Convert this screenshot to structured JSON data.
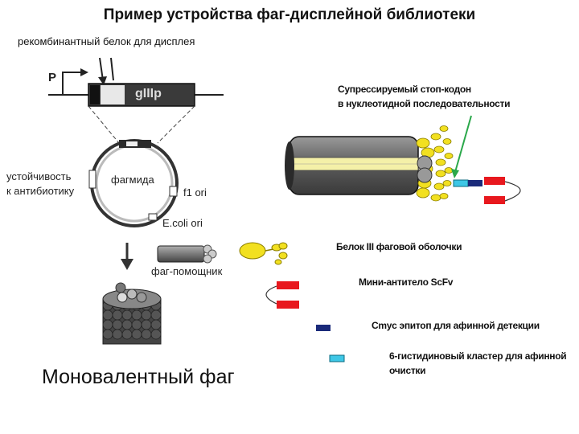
{
  "title": "Пример устройства фаг-дисплейной библиотеки",
  "subtitle": "рекомбинантный белок для дисплея",
  "construct": {
    "promoter": "P",
    "gene": "gIIIp"
  },
  "plasmid": {
    "name": "фагмида",
    "resistance_line1": "устойчивость",
    "resistance_line2": "к антибиотику",
    "f1_ori": "f1 ori",
    "ecoli_ori": "E.coli ori"
  },
  "helper": "фаг-помощник",
  "monovalent": "Моновалентный фаг",
  "stop_codon_line1": "Супрессируемый стоп-кодон",
  "stop_codon_line2": "в нуклеотидной последовательности",
  "legend": {
    "coat_protein": "Белок III фаговой оболочки",
    "scfv": "Мини-антитело ScFv",
    "myc": "Cmyc эпитоп для афинной детекции",
    "his_line1": "6-гистидиновый кластер для афинной",
    "his_line2": "очистки"
  },
  "colors": {
    "antibody": "#e8181e",
    "myc": "#1a2a7a",
    "his": "#3ec7e6",
    "coat": "#f2e020",
    "phage": "#6e6e6e"
  }
}
